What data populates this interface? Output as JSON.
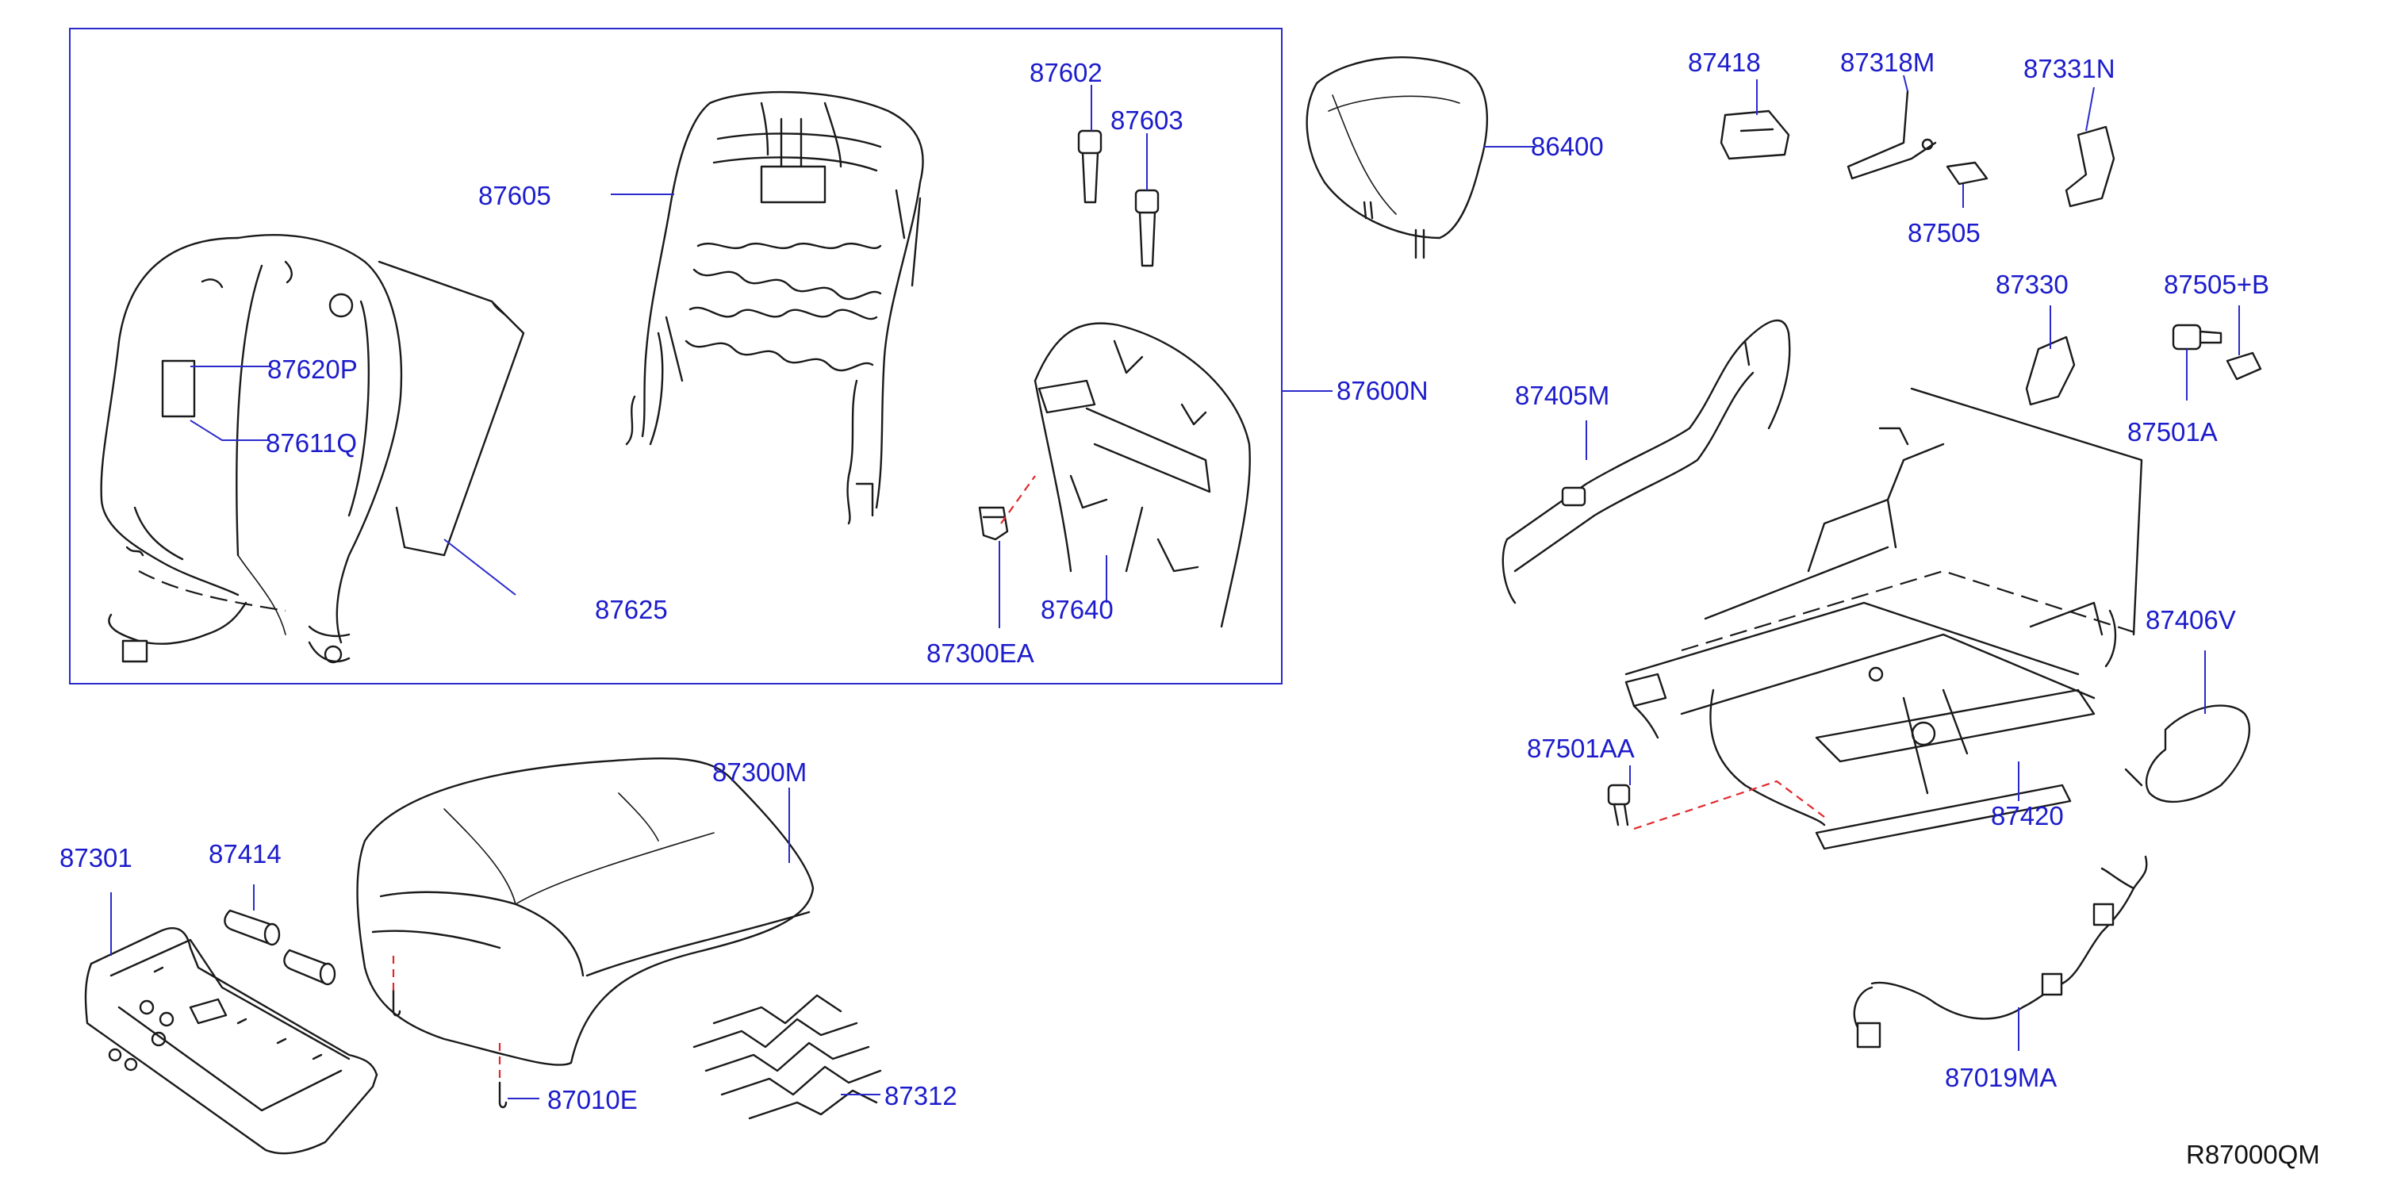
{
  "diagram": {
    "reference_code": "R87000QM",
    "colors": {
      "label": "#1c1ccc",
      "leader": "#2a2acc",
      "accent_dashed": "#e0282c",
      "line": "#1a1a1a"
    },
    "labels": {
      "p87602": "87602",
      "p87603": "87603",
      "p87605": "87605",
      "p86400": "86400",
      "p87418": "87418",
      "p87318M": "87318M",
      "p87331N": "87331N",
      "p87505": "87505",
      "p87330": "87330",
      "p87505B": "87505+B",
      "p87501A": "87501A",
      "p87620P": "87620P",
      "p87611Q": "87611Q",
      "p87600N": "87600N",
      "p87405M": "87405M",
      "p87625": "87625",
      "p87640": "87640",
      "p87300EA": "87300EA",
      "p87406V": "87406V",
      "p87501AA": "87501AA",
      "p87420": "87420",
      "p87300M": "87300M",
      "p87301": "87301",
      "p87414": "87414",
      "p87010E": "87010E",
      "p87312": "87312",
      "p87019MA": "87019MA"
    }
  }
}
